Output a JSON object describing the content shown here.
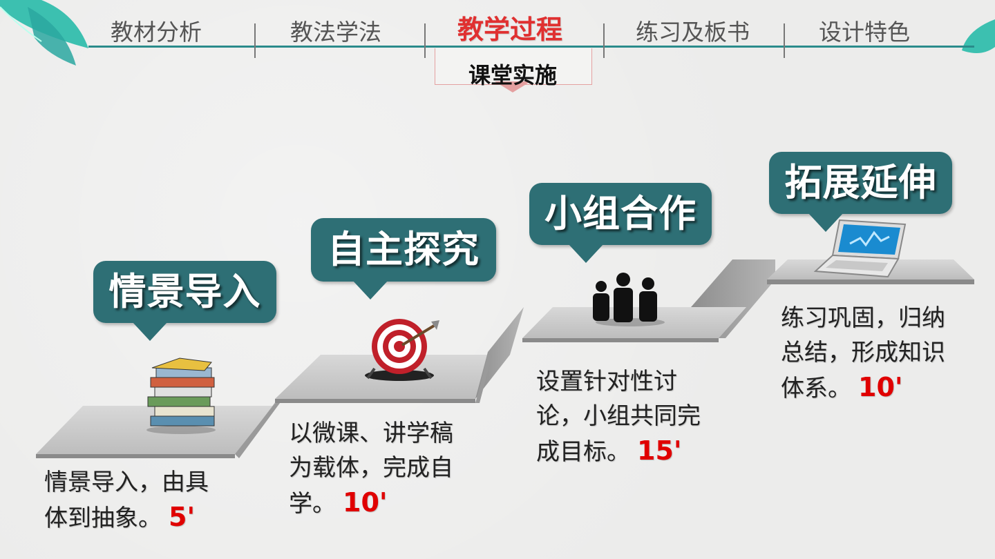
{
  "nav": {
    "items": [
      "教材分析",
      "教法学法",
      "教学过程",
      "练习及板书",
      "设计特色"
    ],
    "active_index": 2,
    "sub_label": "课堂实施"
  },
  "steps": [
    {
      "title": "情景导入",
      "desc_lines": [
        "情景导入，由具",
        "体到抽象。"
      ],
      "time": "5'"
    },
    {
      "title": "自主探究",
      "desc_lines": [
        "以微课、讲学稿",
        "为载体，完成自",
        "学。"
      ],
      "time": "10'"
    },
    {
      "title": "小组合作",
      "desc_lines": [
        "设置针对性讨",
        "论，小组共同完",
        "成目标。"
      ],
      "time": "15'"
    },
    {
      "title": "拓展延伸",
      "desc_lines": [
        "练习巩固，归纳",
        "总结，形成知识",
        "体系。"
      ],
      "time": "10'"
    }
  ],
  "colors": {
    "accent": "#2e6f75",
    "nav_line": "#2a8b8b",
    "active": "#e03030",
    "time": "#e00000"
  },
  "icons": [
    "books-icon",
    "target-icon",
    "people-icon",
    "laptop-icon"
  ]
}
